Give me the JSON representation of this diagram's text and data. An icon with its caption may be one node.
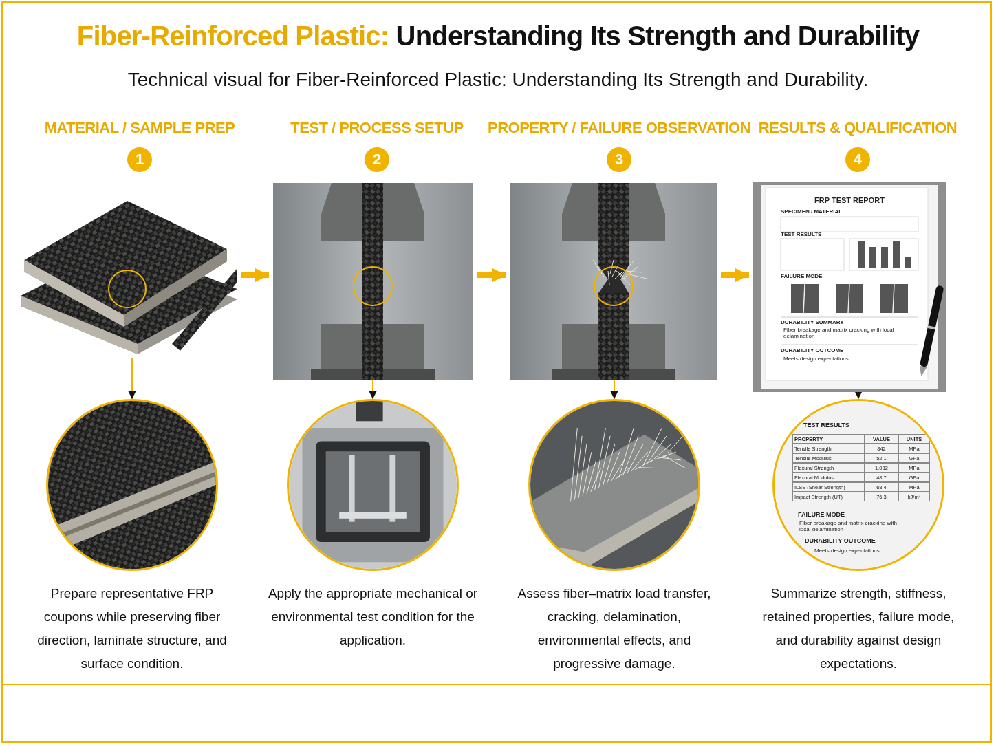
{
  "diagram": {
    "title": "Fiber-Reinforced Plastic: Understanding Its Strength and Durability",
    "nodes": [
      {
        "text": [],
        "shape": "picture",
        "beside": [
          "MATERIAL / SAMPLE PREP",
          "1"
        ]
      },
      {
        "text": [],
        "shape": "circle",
        "beside": [
          "Prepare representative FRP coupons while preserving fiber direction, laminate structure, and surface condition."
        ]
      },
      {
        "text": [],
        "shape": "picture",
        "beside": [
          "TEST / PROCESS SETUP",
          "2"
        ]
      },
      {
        "text": [],
        "shape": "circle",
        "beside": [
          "Apply the appropriate mechanical or environmental test condition for the application."
        ]
      },
      {
        "text": [],
        "shape": "picture",
        "beside": [
          "PROPERTY / FAILURE OBSERVATION",
          "3"
        ]
      },
      {
        "text": [],
        "shape": "circle",
        "beside": [
          "Assess fiber–matrix load transfer, cracking, delamination, environmental effects, and progressive damage."
        ]
      },
      {
        "text": [],
        "shape": "picture",
        "beside": [
          "RESULTS & QUALIFICATION",
          "4"
        ]
      },
      {
        "text": [],
        "shape": "circle",
        "beside": [
          "Summarize strength, stiffness, retained properties, failure mode, and durability against design expectations."
        ]
      }
    ],
    "edges": [
      {
        "from": 0,
        "to": 1,
        "arrow": "to"
      },
      {
        "from": 0,
        "to": 2,
        "arrow": "to",
        "style": "thick"
      },
      {
        "from": 2,
        "to": 3,
        "arrow": "to"
      },
      {
        "from": 2,
        "to": 4,
        "arrow": "to",
        "style": "thick"
      },
      {
        "from": 4,
        "to": 5,
        "arrow": "to"
      },
      {
        "from": 4,
        "to": 6,
        "arrow": "to",
        "style": "thick"
      },
      {
        "from": 6,
        "to": 7,
        "arrow": "to"
      }
    ],
    "labels": [
      "Technical visual for Fiber-Reinforced Plastic: Understanding Its Strength and Durability.",
      "FRP TEST REPORT",
      "SPECIMEN / MATERIAL",
      "TEST RESULTS",
      "FAILURE MODE",
      "DURABILITY SUMMARY",
      "Fiber breakage and matrix cracking with local delamination",
      "DURABILITY OUTCOME",
      "Meets design expectations",
      "TEST RESULTS",
      "PROPERTY",
      "VALUE",
      "UNITS",
      "Tensile Strength",
      "842",
      "MPa",
      "Tensile Modulus",
      "52.1",
      "GPa",
      "Flexural Strength",
      "1,032",
      "MPa",
      "Flexural Modulus",
      "48.7",
      "GPa",
      "ILSS (Shear Strength)",
      "68.4",
      "MPa",
      "Impact Strength (UT)",
      "76.3",
      "kJ/m²",
      "FAILURE MODE",
      "Fiber breakage and matrix cracking with local delamination",
      "DURABILITY OUTCOME",
      "Meets design expectations"
    ]
  }
}
